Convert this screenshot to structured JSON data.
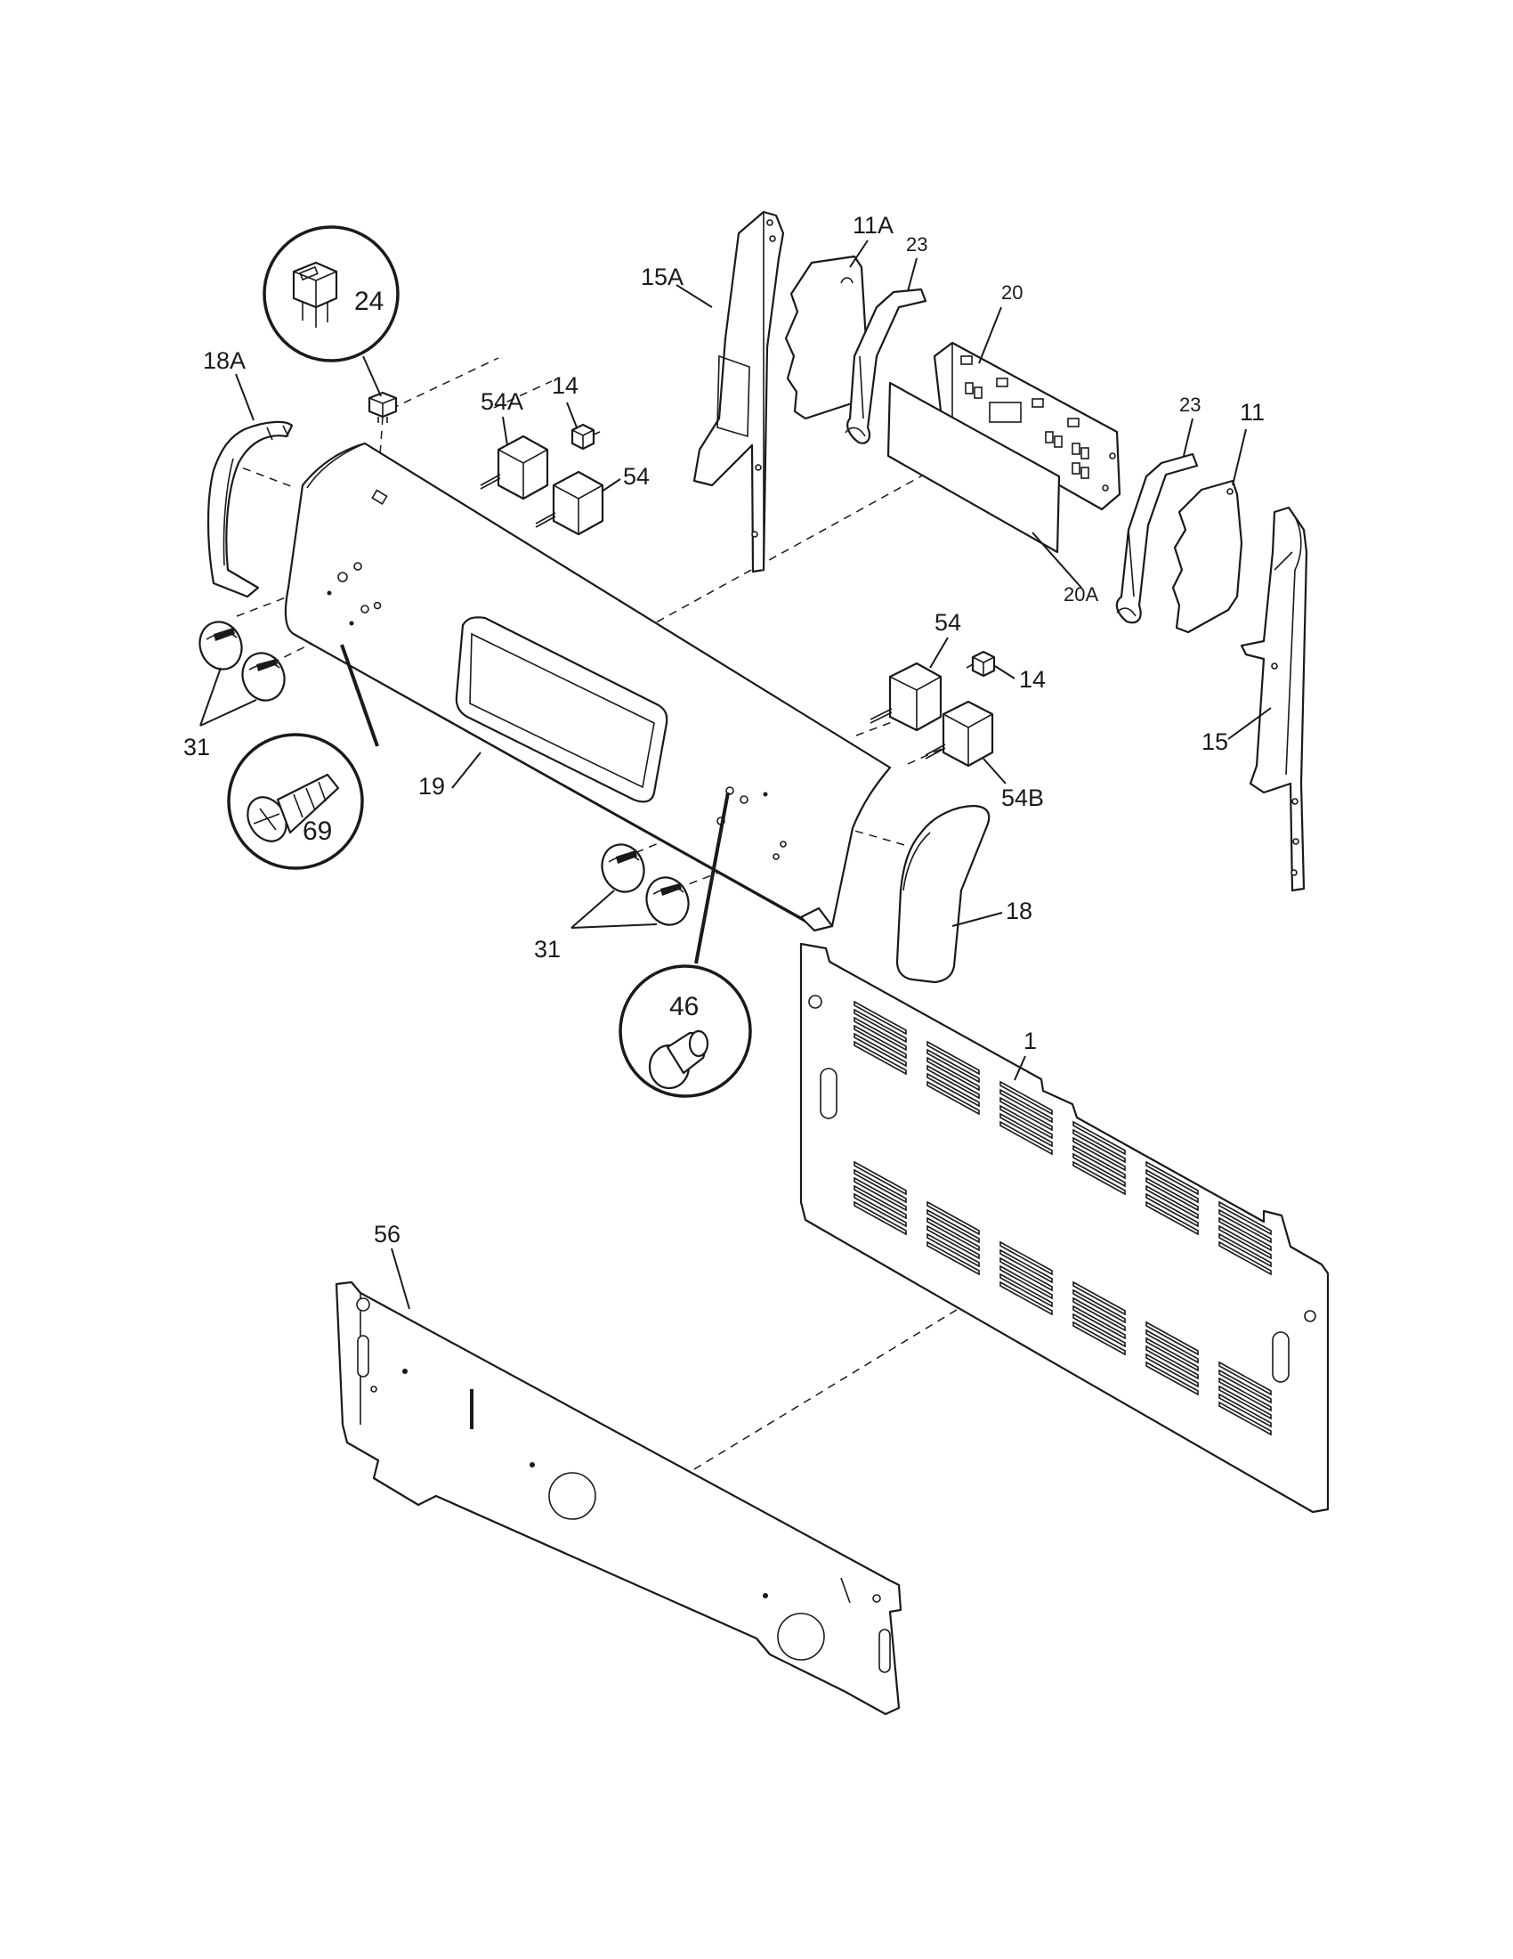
{
  "parts": {
    "p1": "1",
    "p11": "11",
    "p11A": "11A",
    "p14a": "14",
    "p14b": "14",
    "p15": "15",
    "p15A": "15A",
    "p18": "18",
    "p18A": "18A",
    "p19": "19",
    "p20": "20",
    "p20A": "20A",
    "p23a": "23",
    "p23b": "23",
    "p24": "24",
    "p31a": "31",
    "p31b": "31",
    "p46": "46",
    "p54a": "54",
    "p54b": "54",
    "p54A": "54A",
    "p54B": "54B",
    "p56": "56",
    "p69": "69"
  }
}
